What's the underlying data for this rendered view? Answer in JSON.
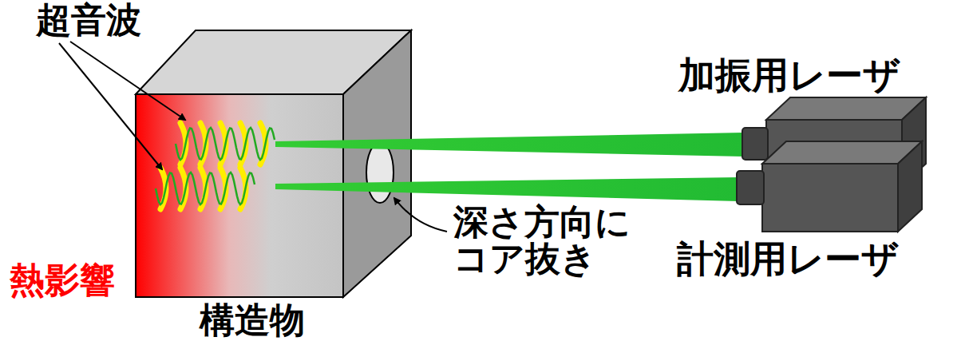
{
  "diagram": {
    "labels": [
      "超音波",
      "熱影響",
      "構造物",
      "深さ方向に コア抜き",
      "加振用レーザ",
      "計測用レーザ"
    ]
  }
}
